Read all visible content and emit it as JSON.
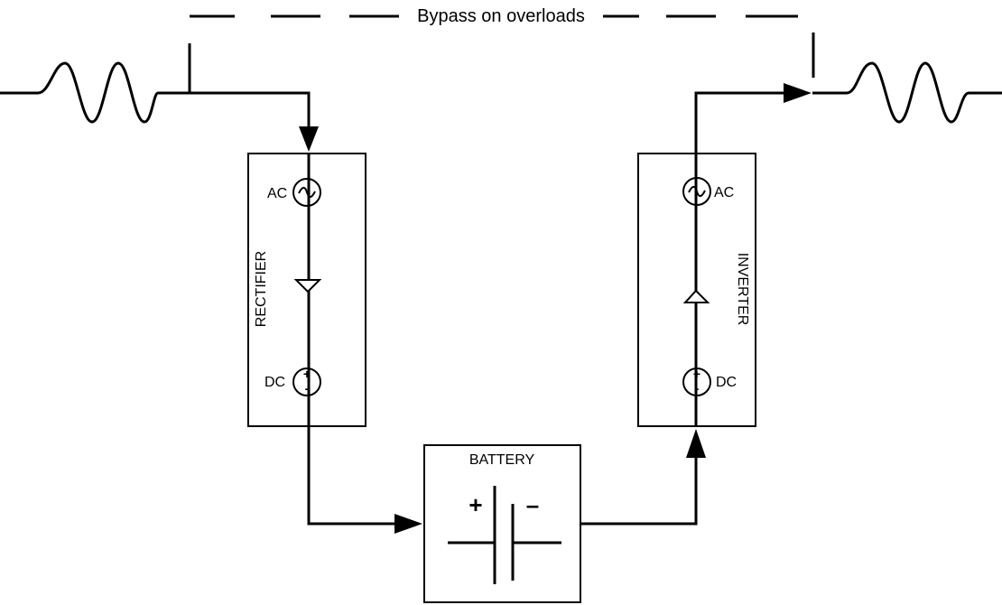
{
  "bypass": {
    "label": "Bypass on overloads"
  },
  "rectifier": {
    "title": "RECTIFIER",
    "ac_label": "AC",
    "dc_label": "DC"
  },
  "inverter": {
    "title": "INVERTER",
    "ac_label": "AC",
    "dc_label": "DC"
  },
  "battery": {
    "title": "BATTERY",
    "plus": "+",
    "minus": "–"
  },
  "colors": {
    "line": "#000000",
    "background": "#ffffff"
  }
}
